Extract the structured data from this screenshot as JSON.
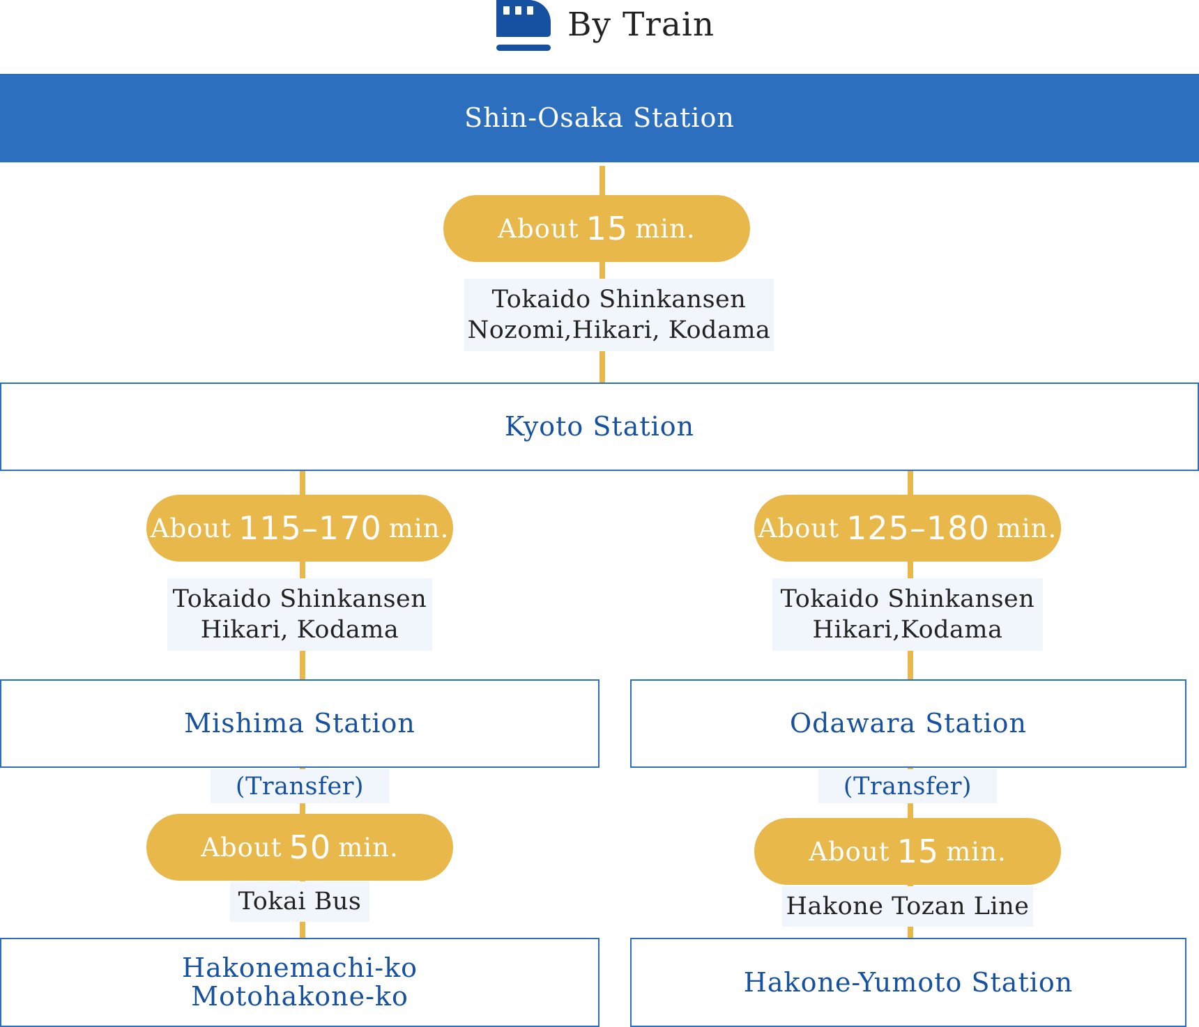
{
  "header": {
    "title": "By Train",
    "icon": "train-icon"
  },
  "colors": {
    "primary_blue": "#2d6fbf",
    "text_blue": "#1650a0",
    "accent_gold": "#e8b84a",
    "label_bg": "#f1f6fd"
  },
  "origin": {
    "name": "Shin-Osaka Station"
  },
  "first_leg": {
    "prefix": "About",
    "number": "15",
    "unit": "min.",
    "line_1": "Tokaido Shinkansen",
    "line_2": "Nozomi,Hikari, Kodama"
  },
  "hub": {
    "name": "Kyoto Station"
  },
  "left_route": {
    "leg1": {
      "prefix": "About",
      "number": "115–170",
      "unit": "min.",
      "line_1": "Tokaido Shinkansen",
      "line_2": "Hikari, Kodama"
    },
    "station": "Mishima Station",
    "transfer": "(Transfer)",
    "leg2": {
      "prefix": "About",
      "number": "50",
      "unit": "min.",
      "line": "Tokai Bus"
    },
    "destination_1": "Hakonemachi-ko",
    "destination_2": "Motohakone-ko"
  },
  "right_route": {
    "leg1": {
      "prefix": "About",
      "number": "125–180",
      "unit": "min.",
      "line_1": "Tokaido Shinkansen",
      "line_2": "Hikari,Kodama"
    },
    "station": "Odawara Station",
    "transfer": "(Transfer)",
    "leg2": {
      "prefix": "About",
      "number": "15",
      "unit": "min.",
      "line": "Hakone Tozan Line"
    },
    "destination": "Hakone-Yumoto Station"
  }
}
